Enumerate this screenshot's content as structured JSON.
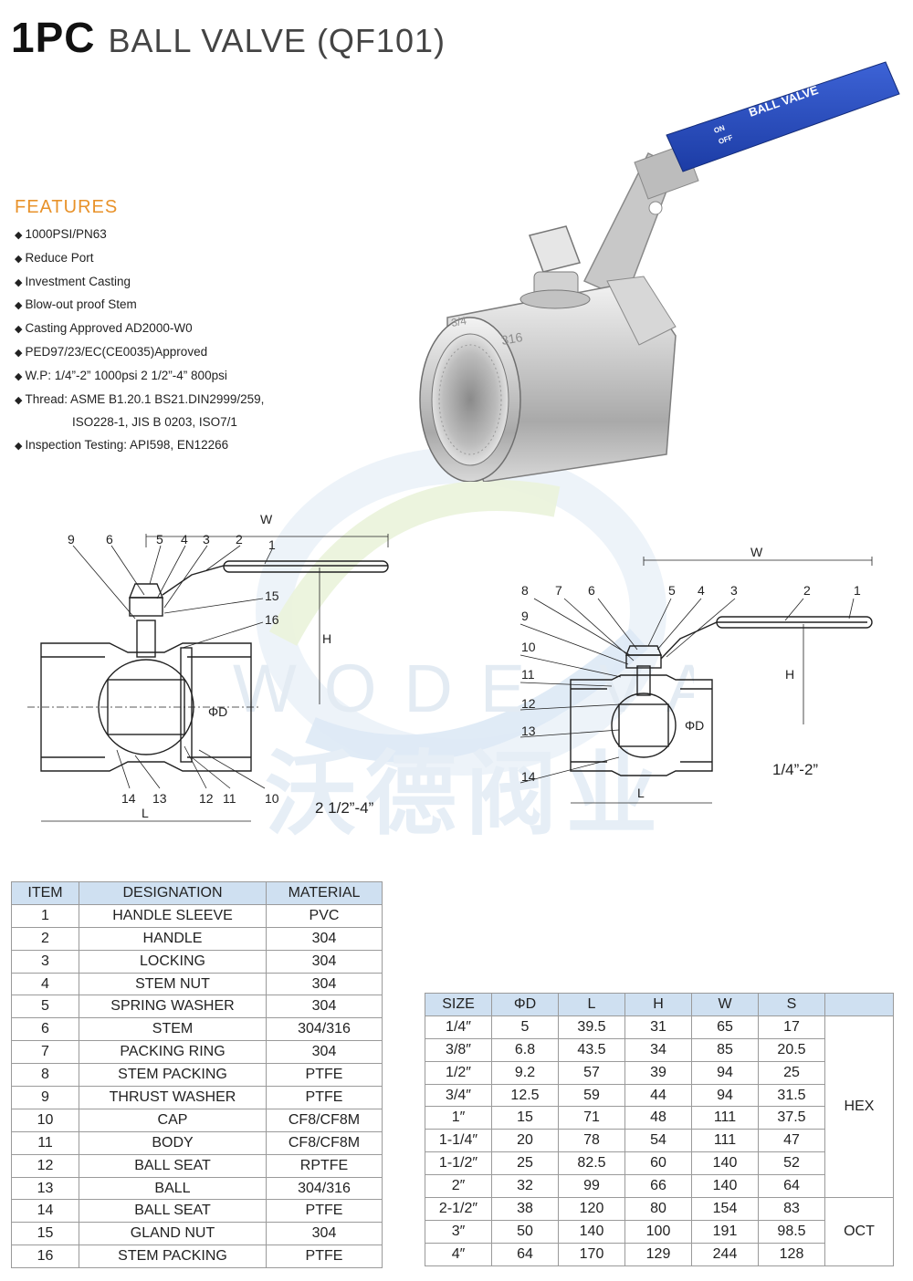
{
  "title": {
    "model": "1PC",
    "name": "BALL VALVE (QF101)"
  },
  "features": {
    "heading": "FEATURES",
    "items": [
      "1000PSI/PN63",
      "Reduce Port",
      "Investment Casting",
      "Blow-out proof Stem",
      "Casting Approved AD2000-W0",
      "PED97/23/EC(CE0035)Approved",
      "W.P: 1/4”-2” 1000psi   2 1/2”-4” 800psi",
      "Thread: ASME B1.20.1   BS21.DIN2999/259,"
    ],
    "thread_continued": "ISO228-1, JIS B 0203, ISO7/1",
    "last_item": "Inspection Testing: API598, EN12266"
  },
  "photo": {
    "handle_text": "BALL VALVE",
    "on_label": "ON",
    "off_label": "OFF",
    "body_mark": "316",
    "thread_mark": "3/4"
  },
  "watermark": {
    "latin": "WODE VALVE",
    "chinese": "沃德阀业"
  },
  "drawing_large": {
    "size_label": "2 1/2”-4”",
    "w": "W",
    "h": "H",
    "l": "L",
    "d": "ΦD",
    "callouts_top": [
      "9",
      "6",
      "5",
      "4",
      "3",
      "2",
      "1"
    ],
    "callouts_right": [
      "15",
      "16"
    ],
    "callouts_bottom": [
      "14",
      "13",
      "12",
      "11",
      "10"
    ]
  },
  "drawing_small": {
    "size_label": "1/4”-2”",
    "w": "W",
    "h": "H",
    "l": "L",
    "d": "ΦD",
    "callouts_top": [
      "8",
      "7",
      "6",
      "5",
      "4",
      "3",
      "2",
      "1"
    ],
    "callouts_left": [
      "9",
      "10",
      "11",
      "12",
      "13",
      "14"
    ]
  },
  "parts_table": {
    "headers": [
      "ITEM",
      "DESIGNATION",
      "MATERIAL"
    ],
    "rows": [
      [
        "1",
        "HANDLE SLEEVE",
        "PVC"
      ],
      [
        "2",
        "HANDLE",
        "304"
      ],
      [
        "3",
        "LOCKING",
        "304"
      ],
      [
        "4",
        "STEM NUT",
        "304"
      ],
      [
        "5",
        "SPRING WASHER",
        "304"
      ],
      [
        "6",
        "STEM",
        "304/316"
      ],
      [
        "7",
        "PACKING RING",
        "304"
      ],
      [
        "8",
        "STEM PACKING",
        "PTFE"
      ],
      [
        "9",
        "THRUST WASHER",
        "PTFE"
      ],
      [
        "10",
        "CAP",
        "CF8/CF8M"
      ],
      [
        "11",
        "BODY",
        "CF8/CF8M"
      ],
      [
        "12",
        "BALL SEAT",
        "RPTFE"
      ],
      [
        "13",
        "BALL",
        "304/316"
      ],
      [
        "14",
        "BALL SEAT",
        "PTFE"
      ],
      [
        "15",
        "GLAND NUT",
        "304"
      ],
      [
        "16",
        "STEM PACKING",
        "PTFE"
      ]
    ]
  },
  "dims_table": {
    "headers": [
      "SIZE",
      "ΦD",
      "L",
      "H",
      "W",
      "S",
      ""
    ],
    "rows": [
      [
        "1/4″",
        "5",
        "39.5",
        "31",
        "65",
        "17"
      ],
      [
        "3/8″",
        "6.8",
        "43.5",
        "34",
        "85",
        "20.5"
      ],
      [
        "1/2″",
        "9.2",
        "57",
        "39",
        "94",
        "25"
      ],
      [
        "3/4″",
        "12.5",
        "59",
        "44",
        "94",
        "31.5"
      ],
      [
        "1″",
        "15",
        "71",
        "48",
        "111",
        "37.5"
      ],
      [
        "1-1/4″",
        "20",
        "78",
        "54",
        "111",
        "47"
      ],
      [
        "1-1/2″",
        "25",
        "82.5",
        "60",
        "140",
        "52"
      ],
      [
        "2″",
        "32",
        "99",
        "66",
        "140",
        "64"
      ],
      [
        "2-1/2″",
        "38",
        "120",
        "80",
        "154",
        "83"
      ],
      [
        "3″",
        "50",
        "140",
        "100",
        "191",
        "98.5"
      ],
      [
        "4″",
        "64",
        "170",
        "129",
        "244",
        "128"
      ]
    ],
    "hex_label": "HEX",
    "oct_label": "OCT"
  }
}
